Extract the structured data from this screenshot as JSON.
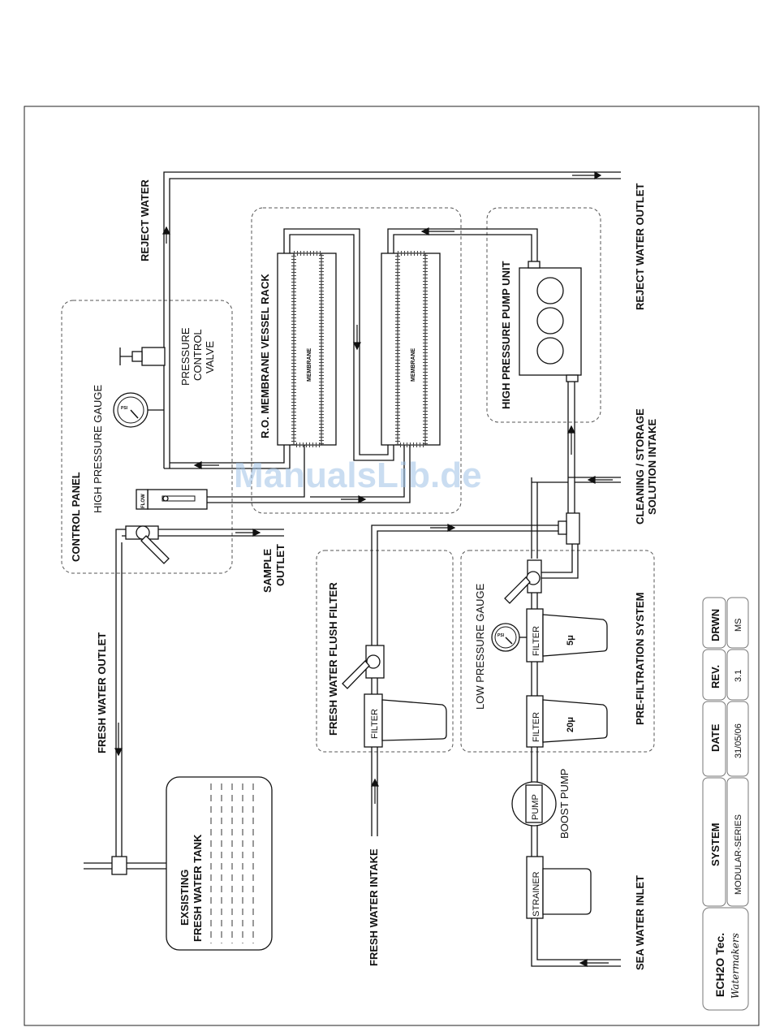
{
  "labels": {
    "reject_water": "REJECT WATER",
    "reject_water_outlet": "REJECT WATER OUTLET",
    "ro_membrane_rack": "R.O. MEMBRANE VESSEL RACK",
    "membrane": "MEMBRANE",
    "high_pressure_pump_unit": "HIGH PRESSURE PUMP UNIT",
    "pressure_control_valve": [
      "PRESSURE",
      "CONTROL",
      "VALVE"
    ],
    "high_pressure_gauge": "HIGH PRESSURE GAUGE",
    "control_panel": "CONTROL PANEL",
    "flow": "FLOW",
    "psi": "PSI",
    "sample_outlet": [
      "SAMPLE",
      "OUTLET"
    ],
    "cleaning_storage": [
      "CLEANING / STORAGE",
      "SOLUTION INTAKE"
    ],
    "fresh_water_outlet": "FRESH WATER OUTLET",
    "fresh_water_flush_filter": "FRESH WATER FLUSH FILTER",
    "pre_filtration_system": "PRE-FILTRATION SYSTEM",
    "low_pressure_gauge": "LOW PRESSURE GAUGE",
    "filter": "FILTER",
    "filter_5u": "5μ",
    "filter_20u": "20μ",
    "pump": "PUMP",
    "boost_pump": "BOOST PUMP",
    "strainer": "STRAINER",
    "existing_tank": [
      "EXSISTING",
      "FRESH WATER TANK"
    ],
    "fresh_water_intake": "FRESH WATER INTAKE",
    "sea_water_inlet": "SEA WATER INLET"
  },
  "title_block": {
    "headers": [
      "SYSTEM",
      "DATE",
      "REV.",
      "DRWN"
    ],
    "values": [
      "MODULAR-SERIES",
      "31/05/06",
      "3.1",
      "MS"
    ],
    "logo": "ECH2O Tec.",
    "tagline": "Watermakers"
  },
  "watermark": "ManualsLib.de"
}
